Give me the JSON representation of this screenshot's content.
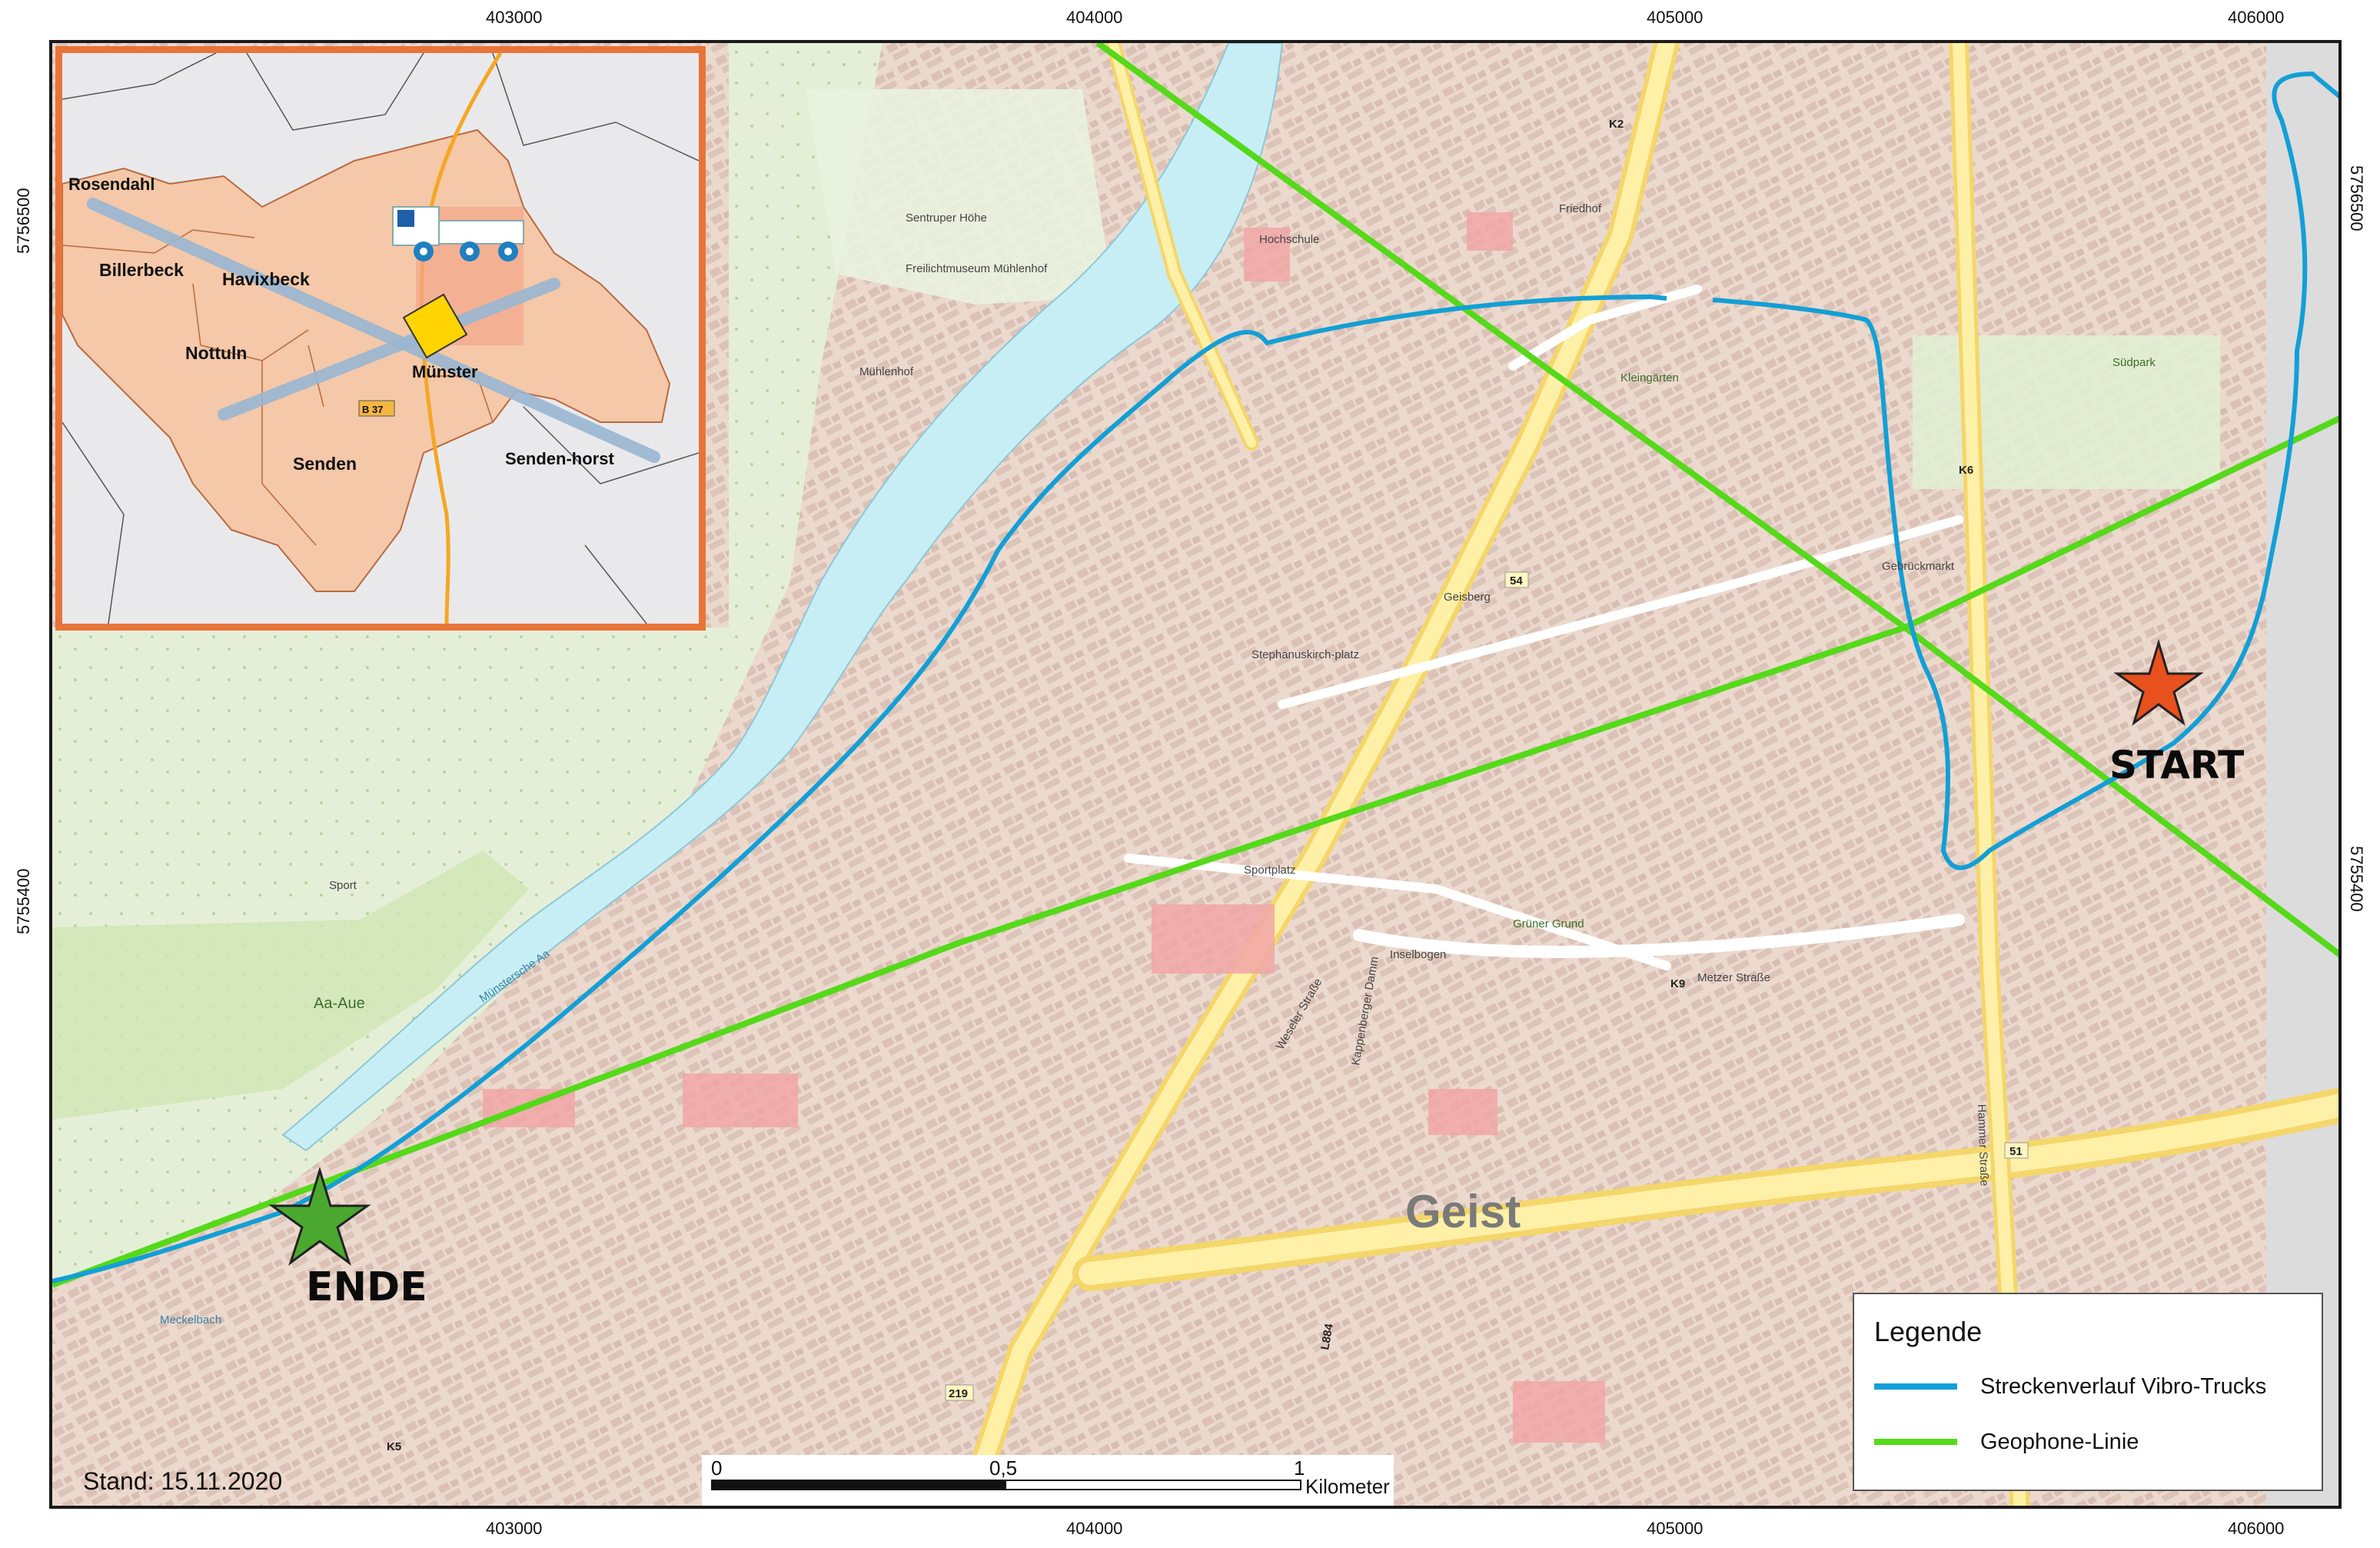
{
  "axes": {
    "x_ticks": [
      "403000",
      "404000",
      "405000",
      "406000"
    ],
    "y_ticks": [
      "5756500",
      "5755400"
    ]
  },
  "map": {
    "district_label": "Geist",
    "start_label": "START",
    "end_label": "ENDE",
    "street_labels": [
      "Sentruper Höhe",
      "Freilichtmuseum Mühlenhof",
      "Mühlenhof",
      "Sport",
      "Aa-Aue",
      "Münstersche Aa",
      "Meckelbach",
      "Kleingärten",
      "Südpark",
      "Sportplatz",
      "Kappenberger Damm",
      "Weseler Straße",
      "Hammer Straße",
      "Metzer Straße",
      "Inselbogen",
      "Geisberg",
      "Stephanuskirch-platz",
      "Hochschule",
      "Friedhof",
      "Gebrückmarkt",
      "Grüner Grund"
    ],
    "road_numbers": [
      "54",
      "51",
      "K9",
      "K6",
      "K5",
      "K2",
      "219",
      "L884"
    ],
    "colors": {
      "vibro_route": "#139fd6",
      "geophone_line": "#55d91a",
      "start_star": "#e8501e",
      "end_star": "#4aa82f",
      "inset_border": "#e8743a",
      "inset_district": "#f4c8a8"
    }
  },
  "inset": {
    "places": [
      "Rosendahl",
      "Billerbeck",
      "Havixbeck",
      "Nottuln",
      "Münster",
      "Senden",
      "Senden-horst"
    ],
    "road": "B 37",
    "icon": "vibro-truck-icon"
  },
  "legend": {
    "title": "Legende",
    "items": [
      {
        "label": "Streckenverlauf Vibro-Trucks",
        "color": "#139fd6"
      },
      {
        "label": "Geophone-Linie",
        "color": "#55d91a"
      }
    ]
  },
  "scale": {
    "ticks": [
      "0",
      "0,5",
      "1"
    ],
    "unit": "Kilometer"
  },
  "date_stamp": "Stand: 15.11.2020"
}
